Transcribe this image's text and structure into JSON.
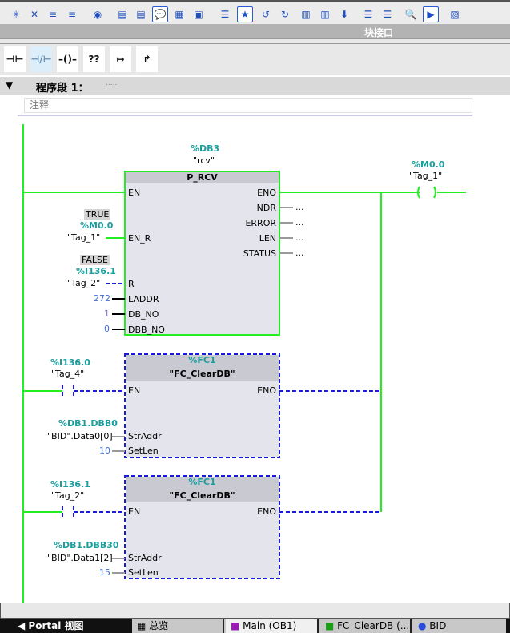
{
  "toolbar": {
    "icons": [
      "insert-network-icon",
      "delete-network-icon",
      "insert-row-icon",
      "delete-row-icon",
      "db-icon",
      "open-all-networks-icon",
      "close-all-networks-icon",
      "comment-icon",
      "absolute-operands-icon",
      "tag-info-icon",
      "network-display-icon",
      "favorites-icon",
      "reset-start-icon",
      "reset-stop-icon",
      "monitor-icon",
      "monitor2-icon",
      "download-icon",
      "indent-icon",
      "outdent-icon",
      "search-icon",
      "monitoring-on-off-icon",
      "compare-icon"
    ]
  },
  "block_interface": {
    "label": "块接口"
  },
  "instructions": [
    {
      "icon": "no-contact-icon",
      "glyph": "⊣⊢"
    },
    {
      "icon": "nc-contact-icon",
      "glyph": "⊣/⊢"
    },
    {
      "icon": "coil-icon",
      "glyph": "–()–"
    },
    {
      "icon": "empty-box-icon",
      "glyph": "??"
    },
    {
      "icon": "open-branch-icon",
      "glyph": "↦"
    },
    {
      "icon": "close-branch-icon",
      "glyph": "↱"
    }
  ],
  "network": {
    "title": "程序段 1：",
    "title_suffix": ".....",
    "comment": "注释"
  },
  "rcv": {
    "instance": "%DB3",
    "instance_name": "\"rcv\"",
    "name": "P_RCV",
    "pins_in": [
      "EN",
      "EN_R",
      "R",
      "LADDR",
      "DB_NO",
      "DBB_NO"
    ],
    "pins_out": [
      "ENO",
      "NDR",
      "ERROR",
      "LEN",
      "STATUS"
    ],
    "out_values": [
      "...",
      "...",
      "...",
      "..."
    ],
    "en_r": {
      "state": "TRUE",
      "addr": "%M0.0",
      "tag": "\"Tag_1\""
    },
    "r": {
      "state": "FALSE",
      "addr": "%I136.1",
      "tag": "\"Tag_2\""
    },
    "laddr": "272",
    "db_no": "1",
    "dbb_no": "0"
  },
  "coil": {
    "addr": "%M0.0",
    "tag": "\"Tag_1\""
  },
  "fc1": {
    "contact_addr": "%I136.0",
    "contact_tag": "\"Tag_4\"",
    "block": "%FC1",
    "name": "\"FC_ClearDB\"",
    "en": "EN",
    "eno": "ENO",
    "straddr_pin": "StrAddr",
    "setlen_pin": "SetLen",
    "straddr_addr": "%DB1.DBB0",
    "straddr_tag": "\"BID\".Data0[0]",
    "setlen": "10"
  },
  "fc2": {
    "contact_addr": "%I136.1",
    "contact_tag": "\"Tag_2\"",
    "block": "%FC1",
    "name": "\"FC_ClearDB\"",
    "en": "EN",
    "eno": "ENO",
    "straddr_pin": "StrAddr",
    "setlen_pin": "SetLen",
    "straddr_addr": "%DB1.DBB30",
    "straddr_tag": "\"BID\".Data1[2]",
    "setlen": "15"
  },
  "taskbar": {
    "portal": "Portal 视图",
    "overview": "总览",
    "tabs": [
      "Main (OB1)",
      "FC_ClearDB (...",
      "BID"
    ]
  },
  "colors": {
    "powerflow": "#22ee22",
    "not_powered": "#1a1adc",
    "teal": "#1a9e9e"
  }
}
